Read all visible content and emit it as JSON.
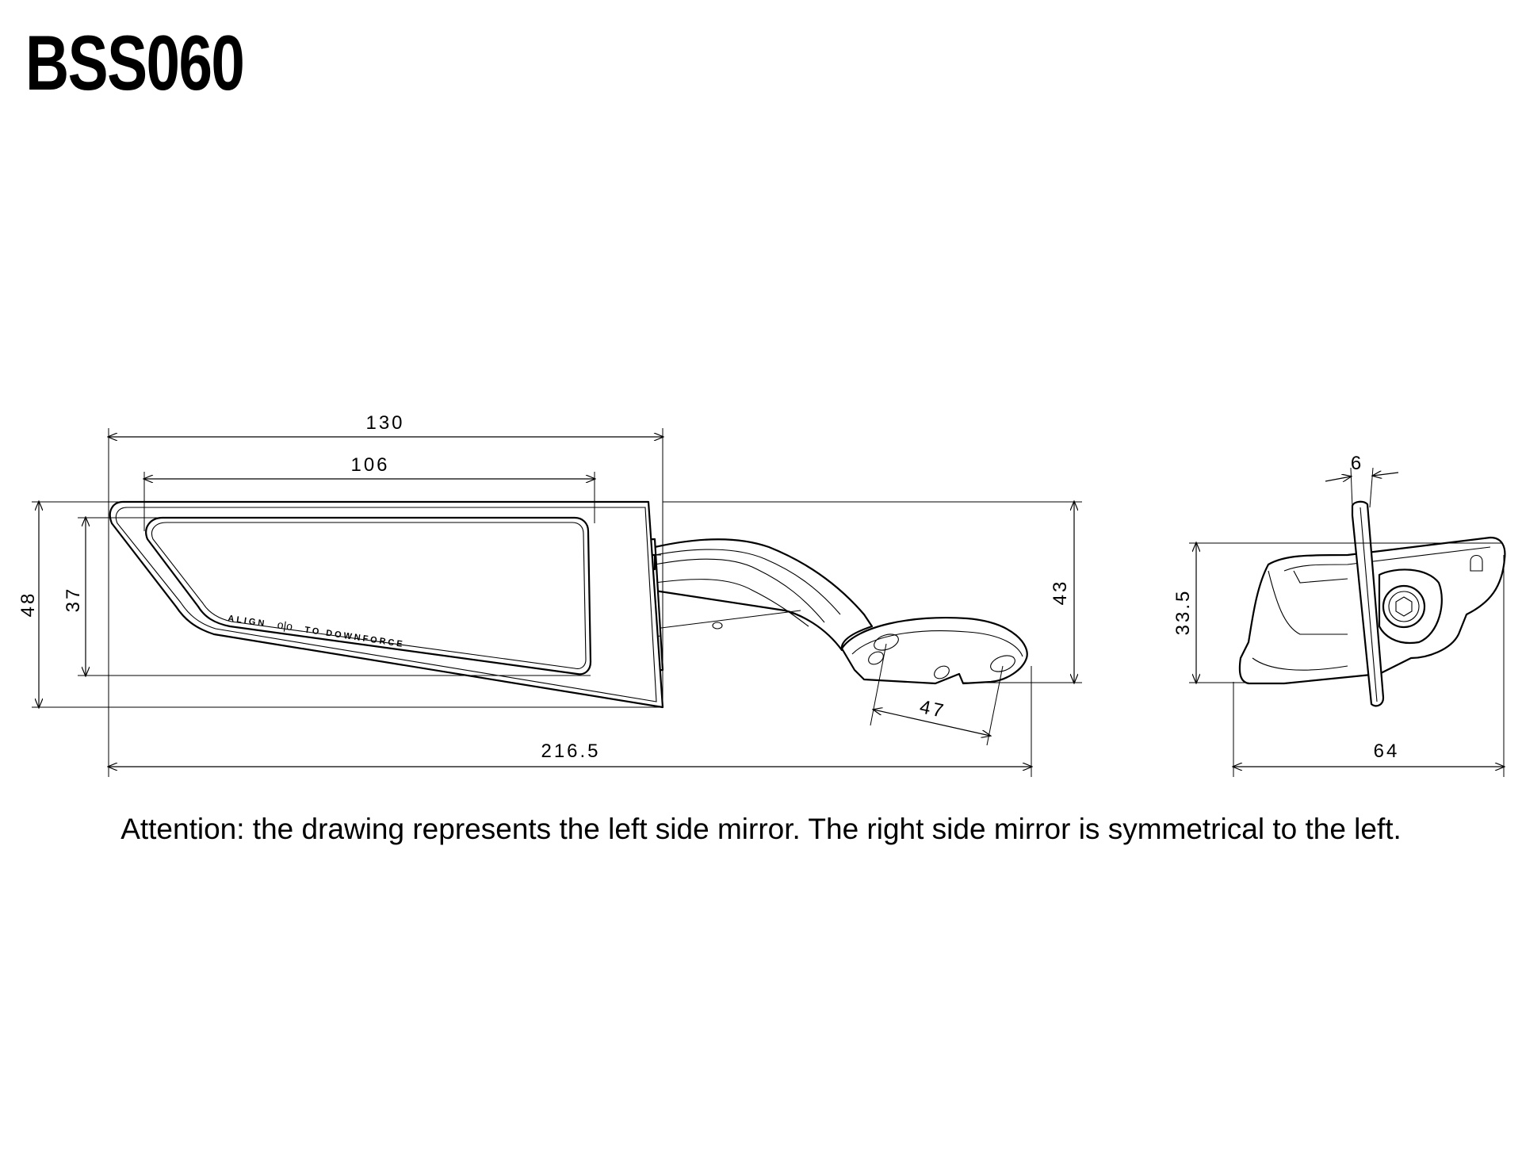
{
  "title": "BSS060",
  "front_view": {
    "dimensions": {
      "overall_width": "130",
      "glass_width": "106",
      "overall_height": "48",
      "glass_height": "37",
      "total_length": "216.5",
      "mount_height": "43",
      "hole_spacing": "47"
    },
    "glass_label": {
      "left": "ALIGN",
      "symbol": "o|o",
      "right": "TO DOWNFORCE"
    }
  },
  "side_view": {
    "dimensions": {
      "plate_thickness": "6",
      "height": "33.5",
      "depth": "64"
    }
  },
  "note": "Attention: the drawing represents the left side mirror. The right side mirror is symmetrical to the left."
}
